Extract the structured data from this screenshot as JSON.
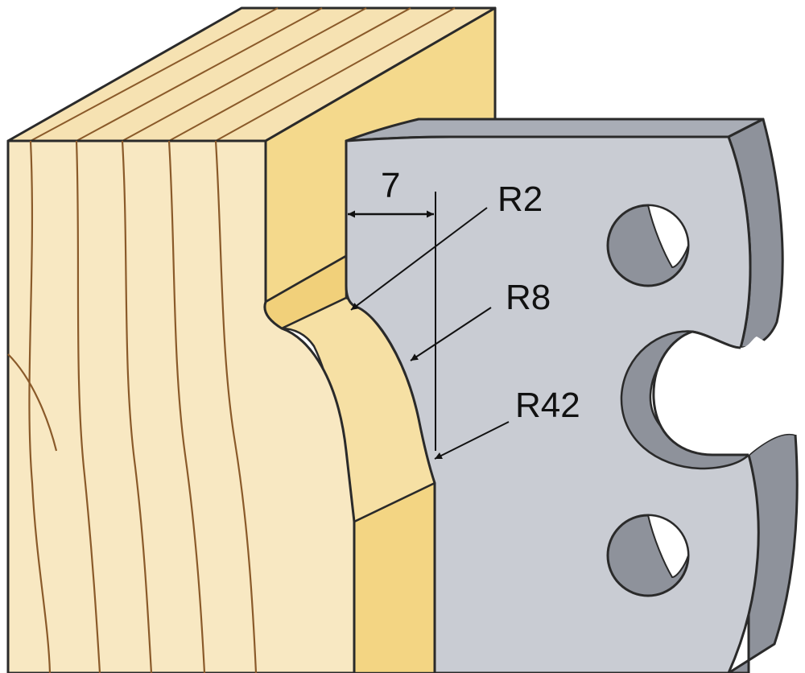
{
  "dimensions": {
    "width_label": "7",
    "radius_small": "R2",
    "radius_medium": "R8",
    "radius_large": "R42"
  },
  "colors": {
    "wood_light": "#f6e4b8",
    "wood_side": "#f4d98c",
    "grain": "#8a5a2a",
    "steel_face": "#c9ccd3",
    "steel_edge": "#8e929b",
    "steel_top": "#a9adb6",
    "outline": "#2a2a2a"
  }
}
